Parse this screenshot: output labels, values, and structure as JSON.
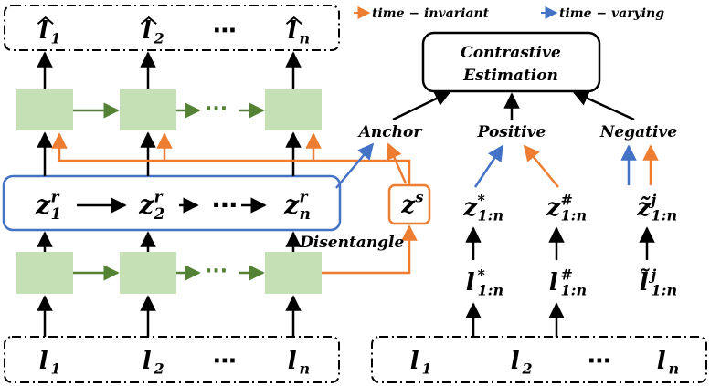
{
  "legend": {
    "time_invariant": "time − invariant",
    "time_varying": "time − varying",
    "colors": {
      "orange": "#ED7D31",
      "blue": "#4472C4",
      "green": "#548235",
      "block_fill": "#C5E0B4"
    }
  },
  "top_outputs": [
    {
      "base": "l",
      "sub": "1"
    },
    {
      "base": "l",
      "sub": "2"
    },
    {
      "ellipsis": "⋯"
    },
    {
      "base": "l",
      "sub": "n"
    }
  ],
  "top_ellipsis": "⋯",
  "zr_row": [
    {
      "base": "z",
      "sup": "r",
      "sub": "1"
    },
    {
      "base": "z",
      "sup": "r",
      "sub": "2"
    },
    {
      "ellipsis": "⋯"
    },
    {
      "base": "z",
      "sup": "r",
      "sub": "n"
    }
  ],
  "zs": {
    "base": "z",
    "sup": "s"
  },
  "disentangle_label": "Disentangle",
  "bottom_left_inputs": [
    {
      "base": "l",
      "sub": "1"
    },
    {
      "base": "l",
      "sub": "2"
    },
    {
      "ellipsis": "⋯"
    },
    {
      "base": "l",
      "sub": "n"
    }
  ],
  "bottom_right_inputs": [
    {
      "base": "l",
      "sub": "1"
    },
    {
      "base": "l",
      "sub": "2"
    },
    {
      "ellipsis": "⋯"
    },
    {
      "base": "l",
      "sub": "n"
    }
  ],
  "contrastive": {
    "line1": "Contrastive",
    "line2": "Estimation"
  },
  "anchor_label": "Anchor",
  "positive_label": "Positive",
  "negative_label": "Negative",
  "positive_z": {
    "base": "z",
    "sup": "*",
    "sub": "1:n"
  },
  "positive_z_hash": {
    "base": "z",
    "sup": "#",
    "sub": "1:n"
  },
  "negative_z": {
    "base": "z̃",
    "sup": "j",
    "sub": "1:n"
  },
  "positive_l": {
    "base": "l",
    "sup": "*",
    "sub": "1:n"
  },
  "positive_l_hash": {
    "base": "l",
    "sup": "#",
    "sub": "1:n"
  },
  "negative_l": {
    "base": "l̃",
    "sup": "j",
    "sub": "1:n"
  }
}
